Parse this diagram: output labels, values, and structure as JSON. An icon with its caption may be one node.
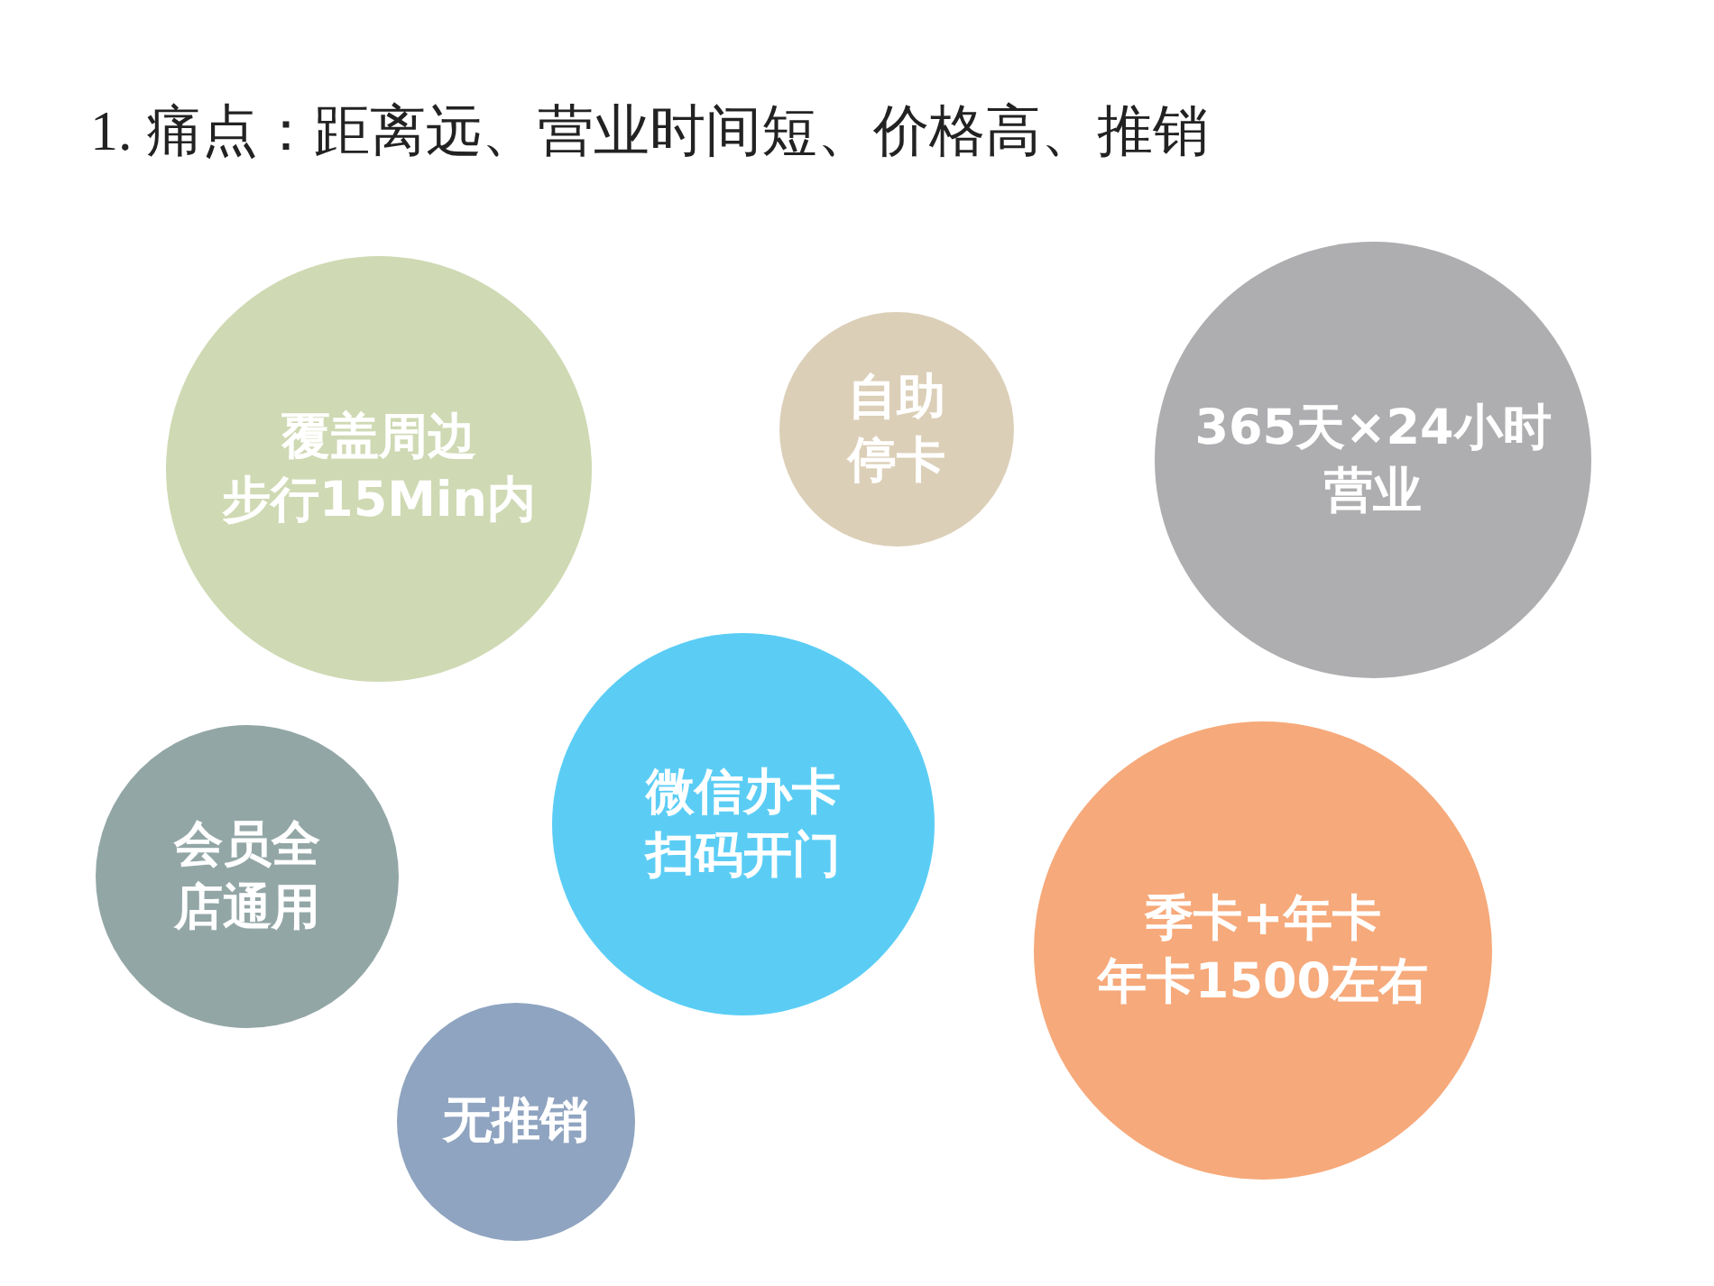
{
  "diagram": {
    "title": "1.  痛点：距离远、营业时间短、价格高、推销",
    "nodes": [
      {
        "text": [
          "覆盖周边步行15Min内"
        ]
      },
      {
        "text": [
          "自助停卡"
        ]
      },
      {
        "text": [
          "365天×24小时营业"
        ]
      },
      {
        "text": [
          "微信办卡扫码开门"
        ]
      },
      {
        "text": [
          "会员全店通用"
        ]
      },
      {
        "text": [
          "季卡+年卡年卡1500左右"
        ]
      },
      {
        "text": [
          "无推销"
        ]
      }
    ],
    "edges": []
  }
}
